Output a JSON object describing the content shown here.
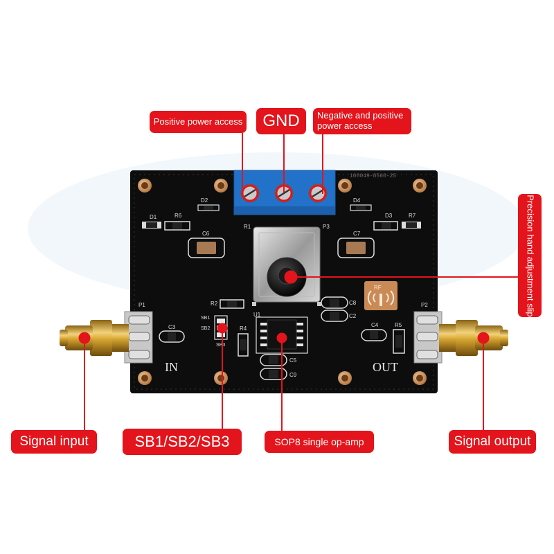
{
  "callouts": {
    "positive_power": "Positive power access",
    "gnd": "GND",
    "negative_positive_power_line1": "Negative and positive",
    "negative_positive_power_line2": "power access",
    "precision_adjustment": "Precision hand adjustment slip",
    "signal_input": "Signal input",
    "sb_switches": "SB1/SB2/SB3",
    "op_amp": "SOP8 single op-amp",
    "signal_output": "Signal output"
  },
  "board": {
    "part_code": "100049-8560-25",
    "label_in": "IN",
    "label_out": "OUT",
    "refs": {
      "d1": "D1",
      "d2": "D2",
      "d3": "D3",
      "d4": "D4",
      "r1": "R1",
      "r2": "R2",
      "r4": "R4",
      "r5": "R5",
      "r6": "R6",
      "r7": "R7",
      "c2": "C2",
      "c3": "C3",
      "c4": "C4",
      "c5": "C5",
      "c6": "C6",
      "c7": "C7",
      "c8": "C8",
      "c9": "C9",
      "p1": "P1",
      "p2": "P2",
      "p3": "P3",
      "u1": "U1",
      "sb1": "SB1",
      "sb2": "SB2",
      "sb3": "SB3"
    },
    "rf_logo": "RF"
  },
  "colors": {
    "callout_red": "#e3141b",
    "pcb_black": "#0d0d0d",
    "terminal_blue": "#2272c9",
    "gold_connector": "#d4a32e"
  }
}
